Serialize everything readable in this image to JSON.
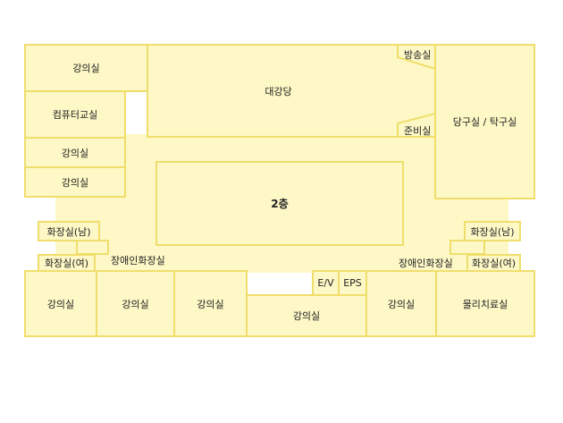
{
  "floor": "2층",
  "rooms": {
    "classroom_top_left": "강의실",
    "computer_lab": "컴퓨터교실",
    "classroom_left_1": "강의실",
    "classroom_left_2": "강의실",
    "auditorium": "대강당",
    "broadcast_room": "방송실",
    "prep_room": "준비실",
    "billiards_table_tennis": "당구실 / 탁구실",
    "restroom_men_left": "화장실(남)",
    "restroom_women_left": "화장실(여)",
    "restroom_men_right": "화장실(남)",
    "restroom_women_right": "화장실(여)",
    "accessible_restroom_left": "장애인화장실",
    "accessible_restroom_right": "장애인화장실",
    "classroom_bottom_1": "강의실",
    "classroom_bottom_2": "강의실",
    "classroom_bottom_3": "강의실",
    "classroom_bottom_center": "강의실",
    "elevator": "E/V",
    "eps": "EPS",
    "classroom_bottom_4": "강의실",
    "physical_therapy": "물리치료실"
  },
  "colors": {
    "room_fill": "#fdf8c6",
    "room_border": "#f0de6c"
  }
}
